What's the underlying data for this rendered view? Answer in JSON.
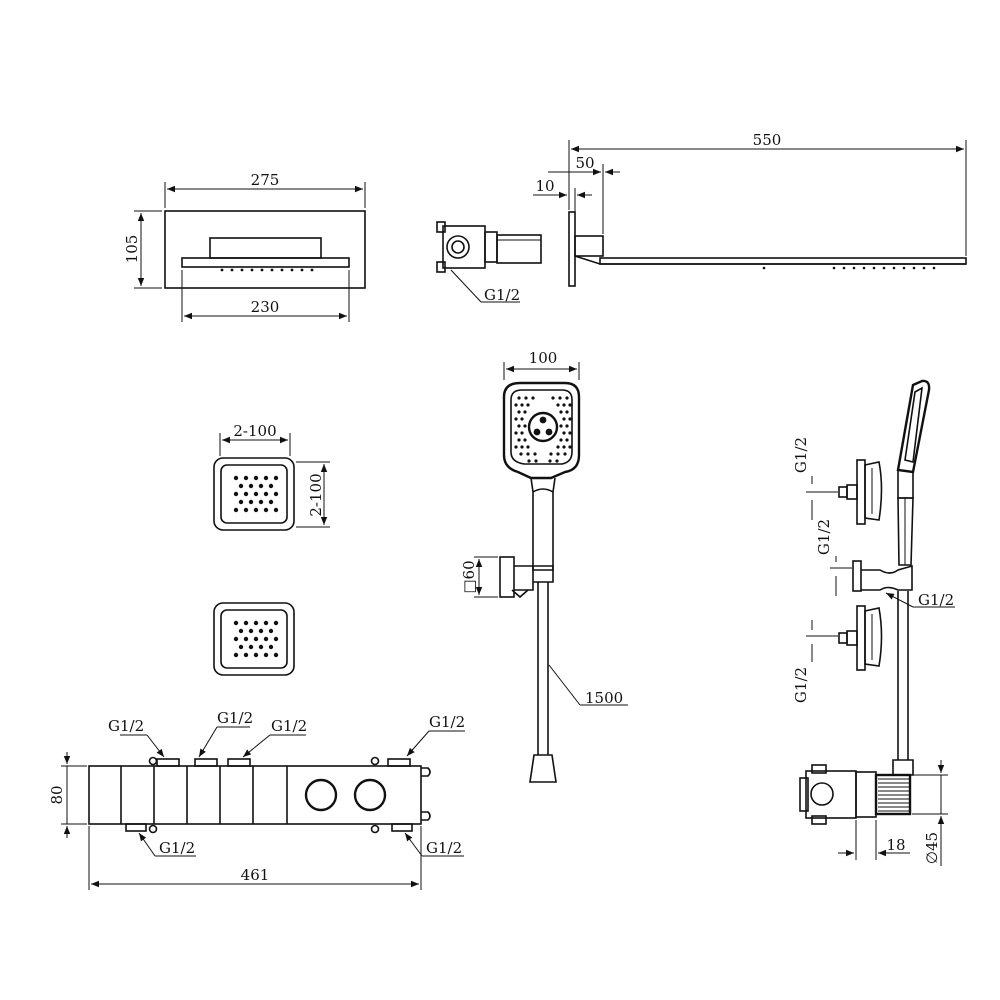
{
  "dimensions": {
    "waterfall_width": "275",
    "waterfall_height": "105",
    "waterfall_inner_width": "230",
    "box_thread": "G1/2",
    "arm_length": "550",
    "arm_offset": "50",
    "flange_thickness": "10",
    "handshower_width": "100",
    "holder_size": "□60",
    "hose_length": "1500",
    "bodyjet_width": "2-100",
    "bodyjet_height": "2-100",
    "valve_top_thread_1": "G1/2",
    "valve_top_thread_2": "G1/2",
    "valve_top_thread_3": "G1/2",
    "valve_top_thread_4": "G1/2",
    "valve_bottom_thread_1": "G1/2",
    "valve_bottom_thread_2": "G1/2",
    "valve_height": "80",
    "valve_length": "461",
    "side_thread_1": "G1/2",
    "side_thread_2": "G1/2",
    "side_thread_3": "G1/2",
    "side_thread_4": "G1/2",
    "side_depth": "18",
    "side_diameter": "∅45"
  }
}
